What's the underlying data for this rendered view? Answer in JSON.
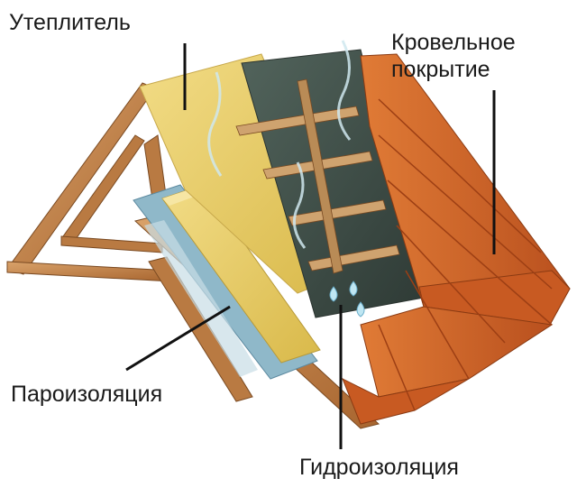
{
  "labels": {
    "insulation": "Утеплитель",
    "roofing_line1": "Кровельное",
    "roofing_line2": "покрытие",
    "vapor_barrier": "Пароизоляция",
    "waterproofing": "Гидроизоляция"
  },
  "colors": {
    "timber": "#c98a4e",
    "timber_dark": "#8a5226",
    "insulation": "#e9cf6a",
    "tile": "#d4692a",
    "tile_dark": "#9d3f14",
    "membrane_dark": "#3c4b45",
    "vapor_film": "#8fb8c9",
    "leader": "#111111"
  }
}
